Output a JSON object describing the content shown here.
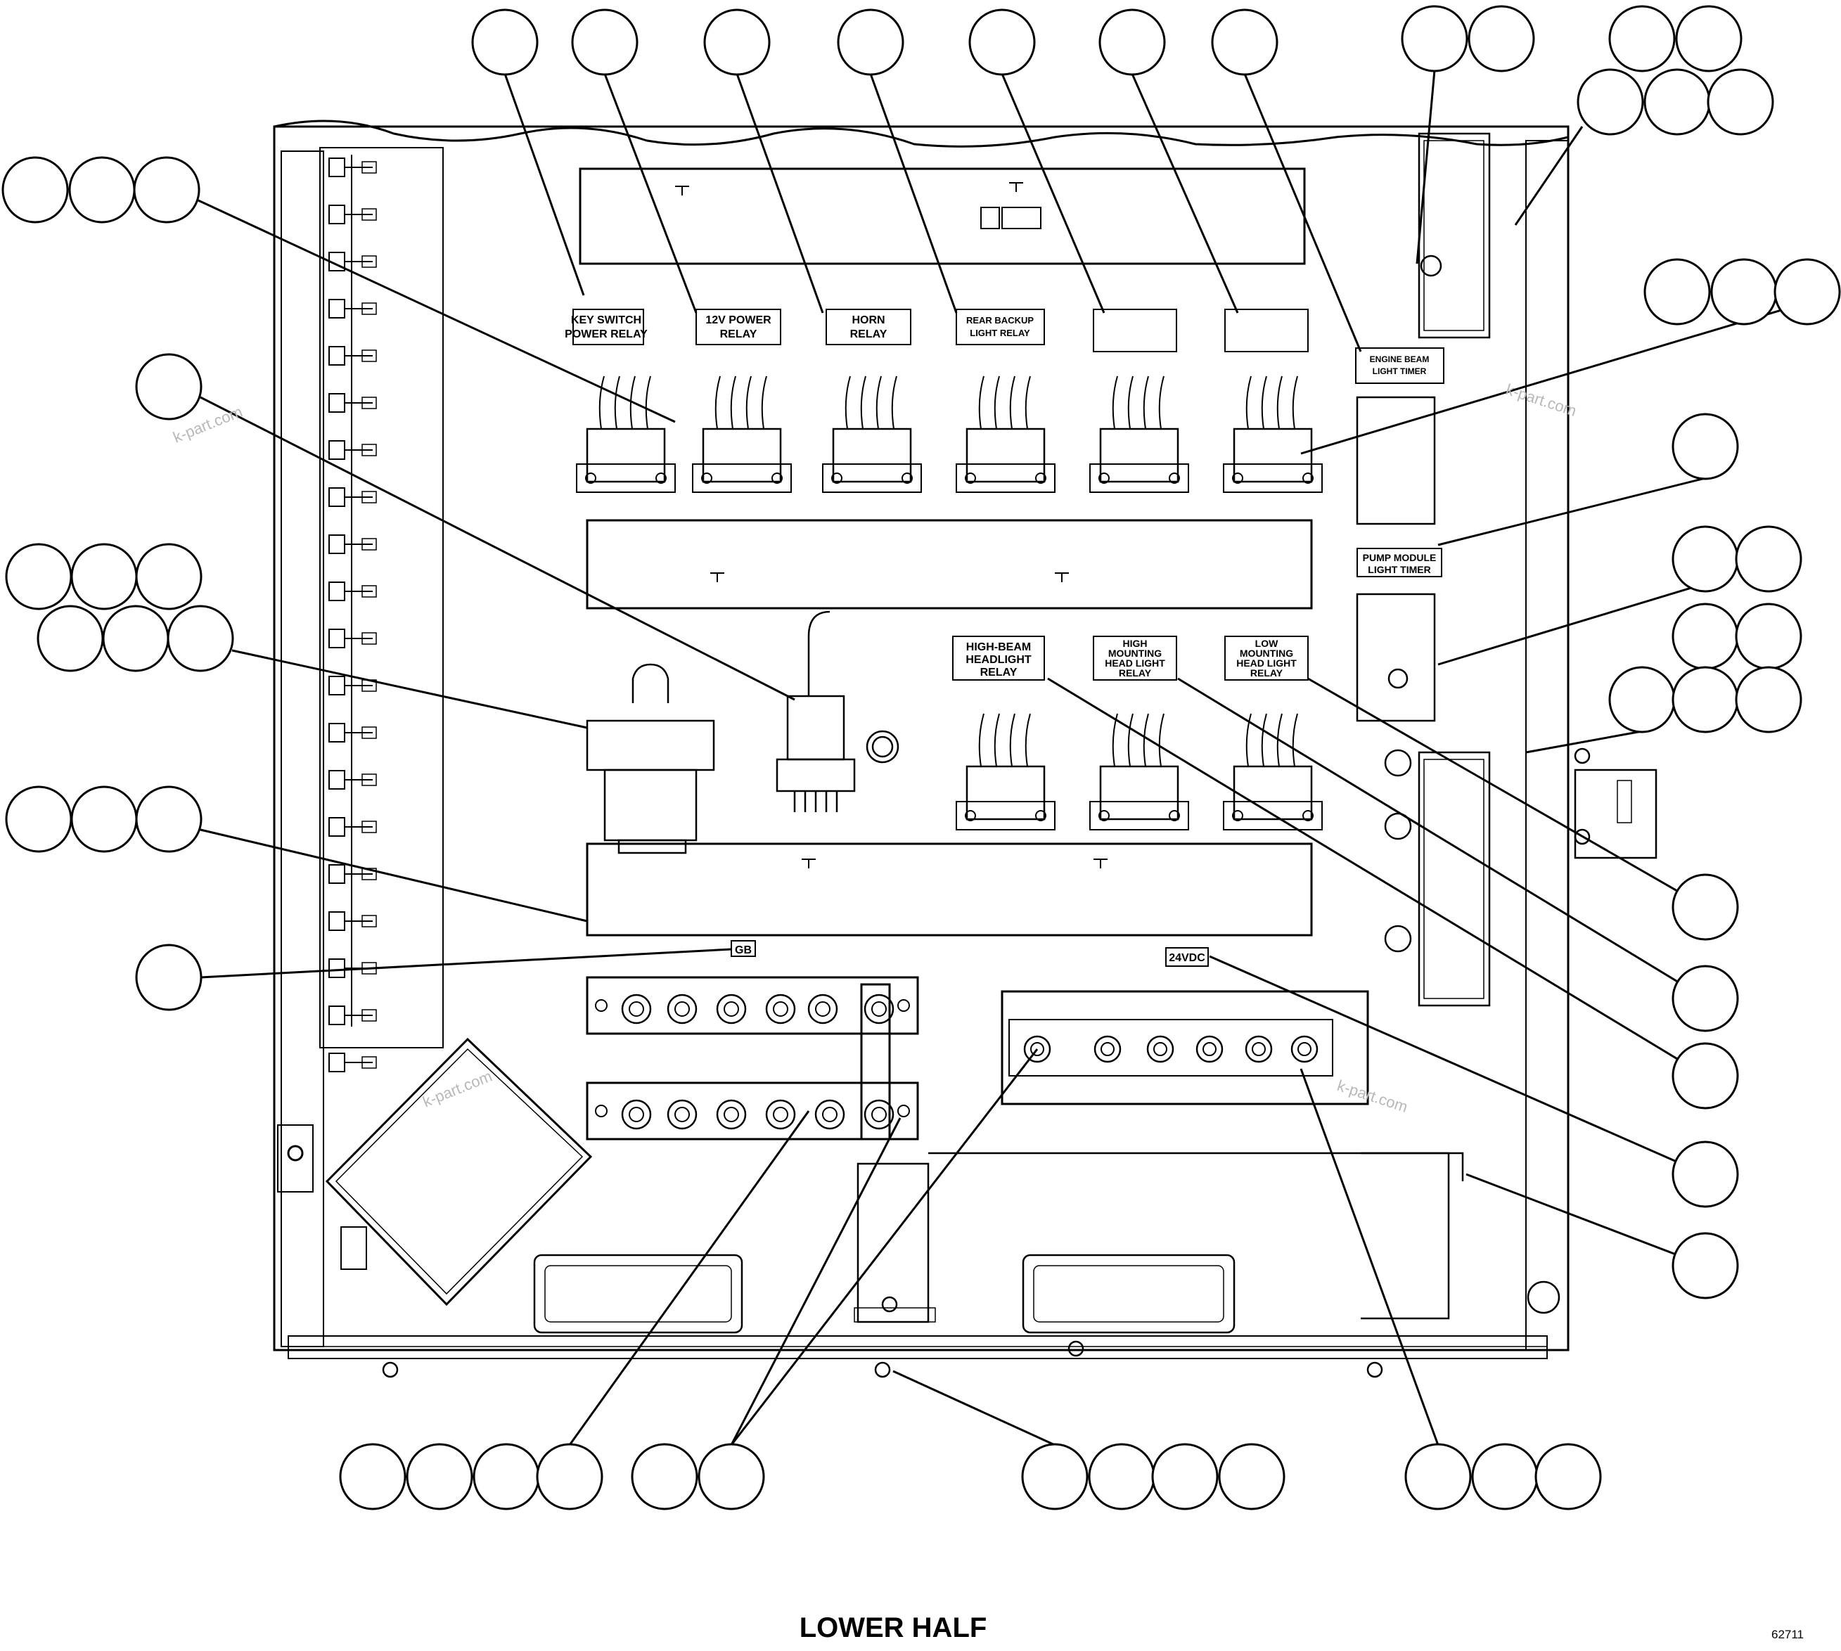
{
  "labels": {
    "key_switch": [
      "KEY SWITCH",
      "POWER RELAY"
    ],
    "power_12v": [
      "12V POWER",
      "RELAY"
    ],
    "horn": [
      "HORN",
      "RELAY"
    ],
    "rear_backup": [
      "REAR BACKUP",
      "LIGHT RELAY"
    ],
    "engine_light": [
      "ENGINE BEAM",
      "LIGHT TIMER"
    ],
    "pump_module": [
      "PUMP MODULE",
      "LIGHT TIMER"
    ],
    "high_beam": [
      "HIGH-BEAM",
      "HEADLIGHT",
      "RELAY"
    ],
    "high_mounting": [
      "HIGH",
      "MOUNTING",
      "HEAD LIGHT",
      "RELAY"
    ],
    "low_mounting": [
      "LOW",
      "MOUNTING",
      "HEAD LIGHT",
      "RELAY"
    ],
    "gb": "GB",
    "v24": "24VDC"
  },
  "footer": {
    "title": "LOWER HALF",
    "code": "62711"
  },
  "watermark": "k-part.com",
  "callout_color": "#000000",
  "line_color": "#000000"
}
